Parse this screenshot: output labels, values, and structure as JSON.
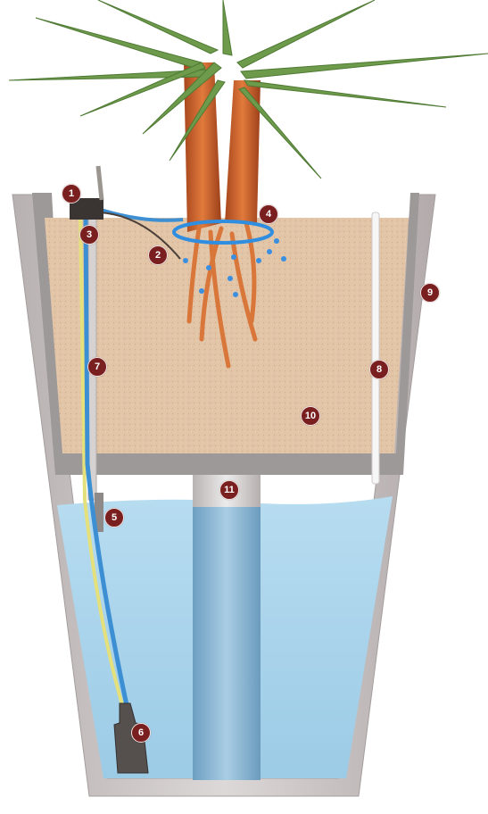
{
  "diagram": {
    "type": "self-watering planter cross-section",
    "colors": {
      "water": "#a9d4ea",
      "soil": "#e2c3a4",
      "pot": "#c9c3c3",
      "tube_blue": "#3d8fd3",
      "tube_yellow": "#e2e07a",
      "marker": "#7a1f1f"
    },
    "markers": [
      {
        "label": "1"
      },
      {
        "label": "2"
      },
      {
        "label": "3"
      },
      {
        "label": "4"
      },
      {
        "label": "5"
      },
      {
        "label": "6"
      },
      {
        "label": "7"
      },
      {
        "label": "8"
      },
      {
        "label": "9"
      },
      {
        "label": "10"
      },
      {
        "label": "11"
      }
    ]
  }
}
